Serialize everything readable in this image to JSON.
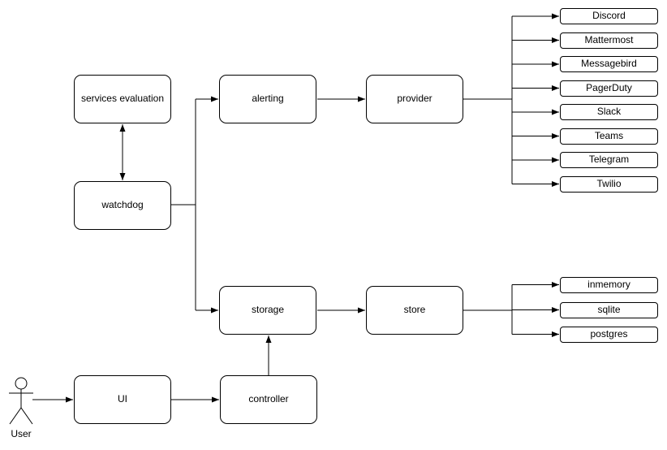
{
  "colors": {
    "stroke": "#000000",
    "node_fill": "#ffffff",
    "background": "#ffffff",
    "text": "#000000"
  },
  "diagram": {
    "actor": {
      "label": "User"
    },
    "nodes": {
      "services_evaluation": "services evaluation",
      "watchdog": "watchdog",
      "alerting": "alerting",
      "provider": "provider",
      "storage": "storage",
      "store": "store",
      "ui": "UI",
      "controller": "controller"
    },
    "providers": [
      "Discord",
      "Mattermost",
      "Messagebird",
      "PagerDuty",
      "Slack",
      "Teams",
      "Telegram",
      "Twilio"
    ],
    "stores": [
      "inmemory",
      "sqlite",
      "postgres"
    ],
    "edges": [
      {
        "from": "services_evaluation",
        "to": "watchdog",
        "type": "bidirectional"
      },
      {
        "from": "watchdog",
        "to": "alerting",
        "type": "arrow"
      },
      {
        "from": "watchdog",
        "to": "storage",
        "type": "arrow"
      },
      {
        "from": "alerting",
        "to": "provider",
        "type": "arrow"
      },
      {
        "from": "provider",
        "to": "Discord",
        "type": "arrow"
      },
      {
        "from": "provider",
        "to": "Mattermost",
        "type": "arrow"
      },
      {
        "from": "provider",
        "to": "Messagebird",
        "type": "arrow"
      },
      {
        "from": "provider",
        "to": "PagerDuty",
        "type": "arrow"
      },
      {
        "from": "provider",
        "to": "Slack",
        "type": "arrow"
      },
      {
        "from": "provider",
        "to": "Teams",
        "type": "arrow"
      },
      {
        "from": "provider",
        "to": "Telegram",
        "type": "arrow"
      },
      {
        "from": "provider",
        "to": "Twilio",
        "type": "arrow"
      },
      {
        "from": "storage",
        "to": "store",
        "type": "arrow"
      },
      {
        "from": "store",
        "to": "inmemory",
        "type": "arrow"
      },
      {
        "from": "store",
        "to": "sqlite",
        "type": "arrow"
      },
      {
        "from": "store",
        "to": "postgres",
        "type": "arrow"
      },
      {
        "from": "controller",
        "to": "storage",
        "type": "arrow"
      },
      {
        "from": "ui",
        "to": "controller",
        "type": "arrow"
      },
      {
        "from": "user",
        "to": "ui",
        "type": "arrow"
      }
    ]
  }
}
